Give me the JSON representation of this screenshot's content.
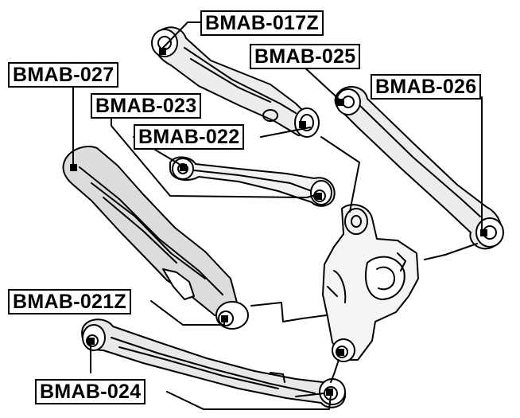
{
  "parts": [
    {
      "id": "p017z",
      "code": "BMAB-017Z"
    },
    {
      "id": "p025",
      "code": "BMAB-025"
    },
    {
      "id": "p027",
      "code": "BMAB-027"
    },
    {
      "id": "p026",
      "code": "BMAB-026"
    },
    {
      "id": "p023",
      "code": "BMAB-023"
    },
    {
      "id": "p022",
      "code": "BMAB-022"
    },
    {
      "id": "p021z",
      "code": "BMAB-021Z"
    },
    {
      "id": "p024",
      "code": "BMAB-024"
    }
  ],
  "colors": {
    "line": "#000000",
    "label_border": "#000000",
    "background": "#ffffff",
    "arm_shade": "#d9d9d9"
  }
}
